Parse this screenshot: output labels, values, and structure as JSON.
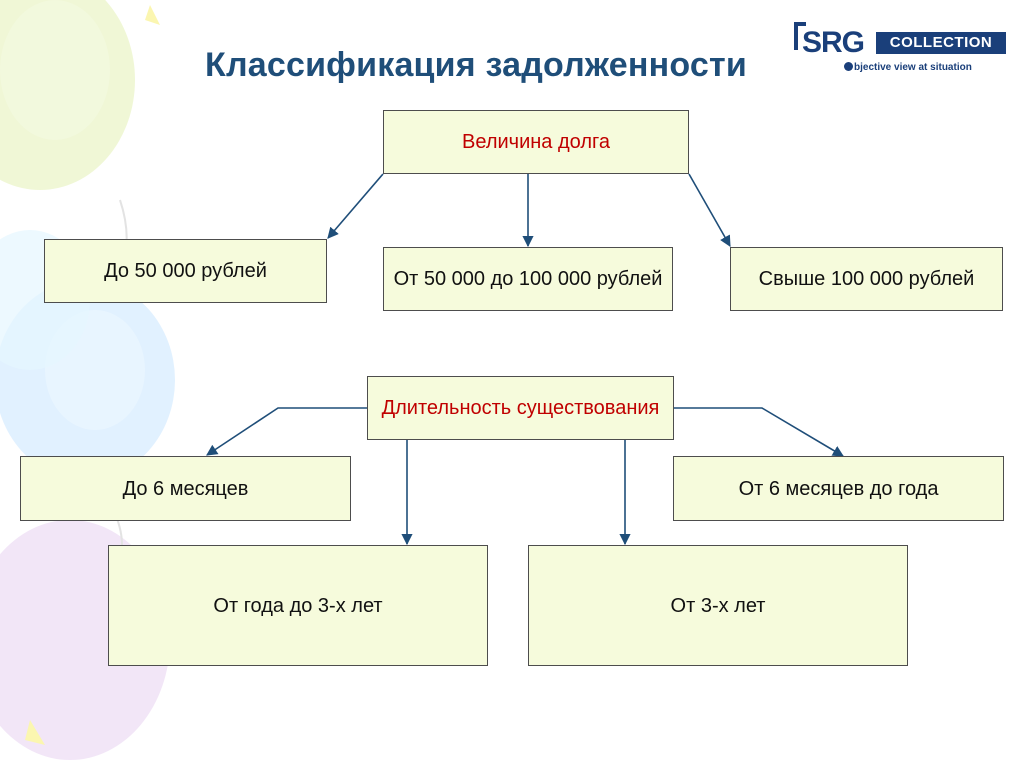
{
  "title": "Классификация задолженности",
  "logo": {
    "brand": "SRG",
    "badge": "COLLECTION",
    "tagline": "bjective view at situation"
  },
  "colors": {
    "title": "#1f4e79",
    "box_fill": "#f6fbdc",
    "box_border": "#4d4d4d",
    "heading_text": "#c00000",
    "arrow": "#1f4e79"
  },
  "diagram": {
    "size_group": {
      "heading": "Величина  долга",
      "items": [
        "До 50 000 рублей",
        "От 50 000 до 100 000 рублей",
        "Свыше 100 000 рублей"
      ]
    },
    "duration_group": {
      "heading": "Длительность существования",
      "items": [
        "До 6 месяцев",
        "От 6 месяцев до года",
        "От года до 3-х лет",
        "От 3-х лет"
      ]
    }
  }
}
